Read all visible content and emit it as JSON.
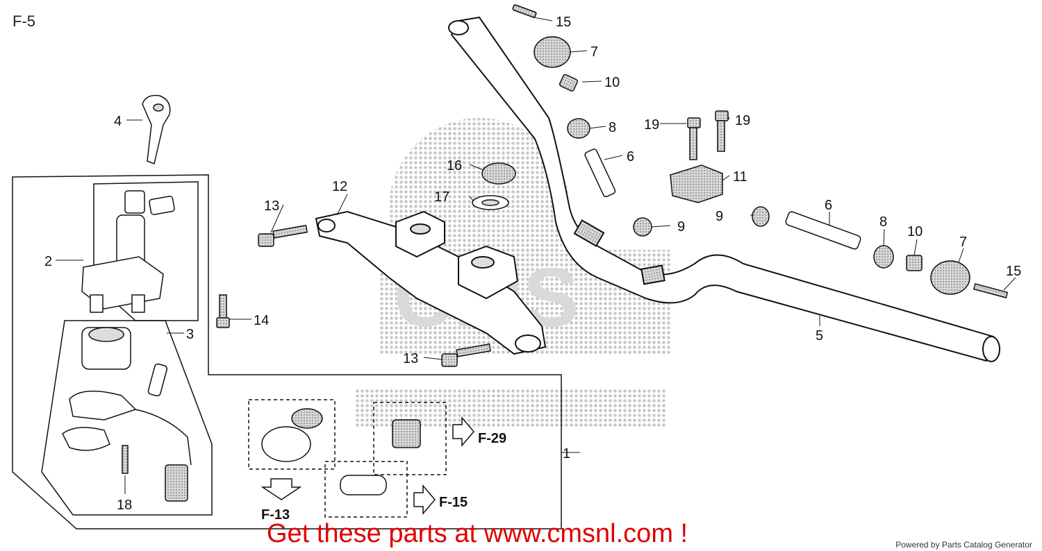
{
  "diagram": {
    "title": "F-5",
    "footer_cta": "Get these parts at www.cmsnl.com !",
    "powered_by": "Powered by Parts Catalog Generator",
    "watermark_text": "CMS",
    "refs": {
      "f13": "F-13",
      "f15": "F-15",
      "f29": "F-29"
    },
    "callouts": {
      "c1": "1",
      "c2": "2",
      "c3": "3",
      "c4": "4",
      "c5": "5",
      "c6a": "6",
      "c6b": "6",
      "c7a": "7",
      "c7b": "7",
      "c8a": "8",
      "c8b": "8",
      "c9a": "9",
      "c9b": "9",
      "c10a": "10",
      "c10b": "10",
      "c11": "11",
      "c12": "12",
      "c13a": "13",
      "c13b": "13",
      "c14": "14",
      "c15a": "15",
      "c15b": "15",
      "c16": "16",
      "c17": "17",
      "c18": "18",
      "c19a": "19",
      "c19b": "19"
    }
  }
}
